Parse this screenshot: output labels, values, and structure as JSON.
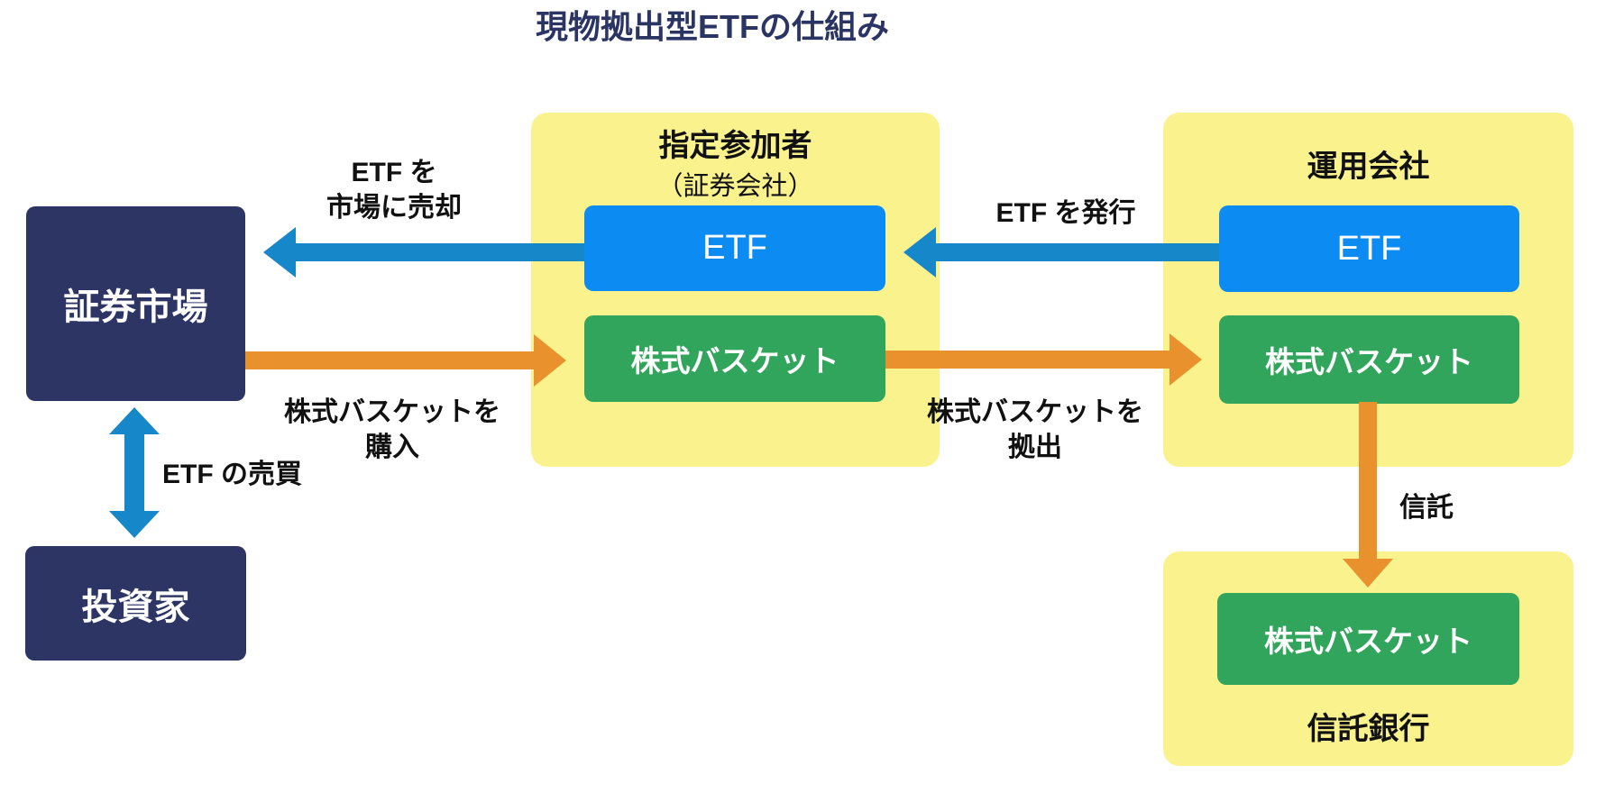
{
  "title": "現物拠出型ETFの仕組み",
  "colors": {
    "navy": "#2d3564",
    "panel_yellow": "#faf38d",
    "etf_blue": "#0c8bf2",
    "arrow_blue": "#1687c9",
    "basket_green": "#31a55c",
    "arrow_orange": "#e8912d",
    "label_text": "#111111"
  },
  "nodes": {
    "securities_market": {
      "label": "証券市場"
    },
    "investor": {
      "label": "投資家"
    },
    "designated_participant": {
      "title": "指定参加者",
      "subtitle": "（証券会社）",
      "etf": "ETF",
      "basket": "株式バスケット"
    },
    "management_company": {
      "title": "運用会社",
      "etf": "ETF",
      "basket": "株式バスケット"
    },
    "trust_bank": {
      "label": "信託銀行",
      "basket": "株式バスケット"
    }
  },
  "arrows": {
    "sell_etf_to_market": {
      "lines": [
        "ETF を",
        "市場に売却"
      ]
    },
    "issue_etf": {
      "label": "ETF を発行"
    },
    "buy_basket": {
      "lines": [
        "株式バスケットを",
        "購入"
      ]
    },
    "contribute_basket": {
      "lines": [
        "株式バスケットを",
        "拠出"
      ]
    },
    "trade_etf": {
      "label": "ETF の売買"
    },
    "trust": {
      "label": "信託"
    }
  }
}
